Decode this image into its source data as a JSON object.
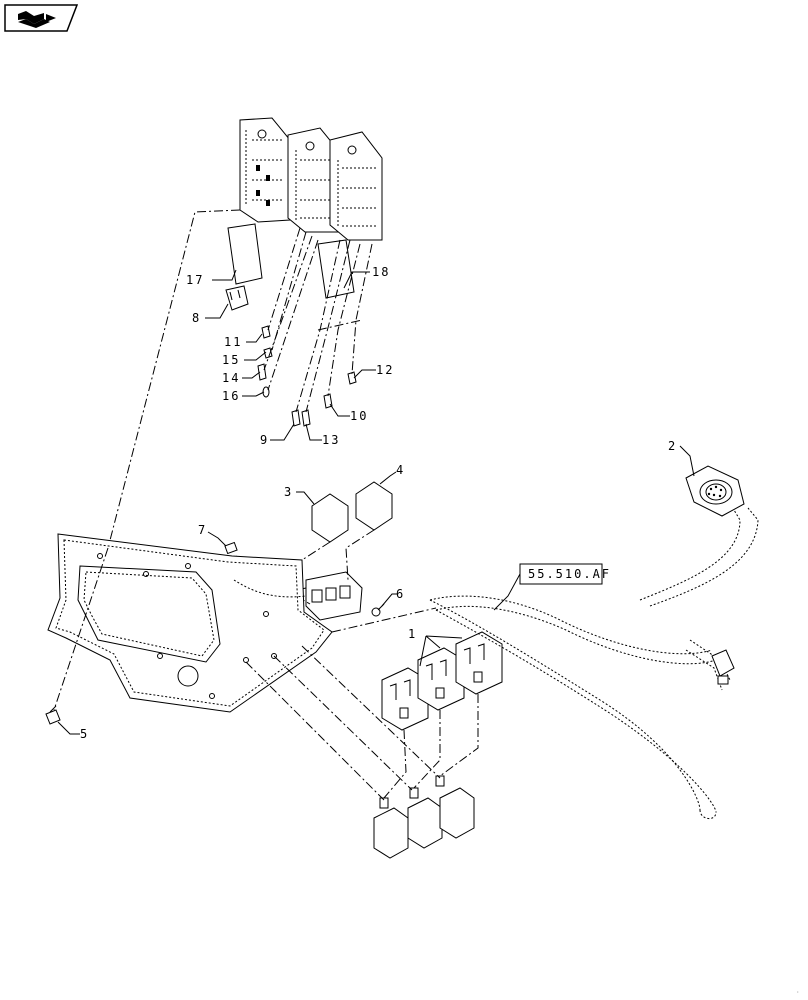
{
  "nav": {
    "icon": "book-page-icon"
  },
  "callouts": {
    "c1": "1",
    "c2": "2",
    "c3": "3",
    "c4": "4",
    "c5": "5",
    "c6": "6",
    "c7": "7",
    "c8": "8",
    "c9": "9",
    "c10": "10",
    "c11": "11",
    "c12": "12",
    "c13": "13",
    "c14": "14",
    "c15": "15",
    "c16": "16",
    "c17": "17",
    "c18": "18"
  },
  "reference": {
    "label": "55.510.AF"
  }
}
